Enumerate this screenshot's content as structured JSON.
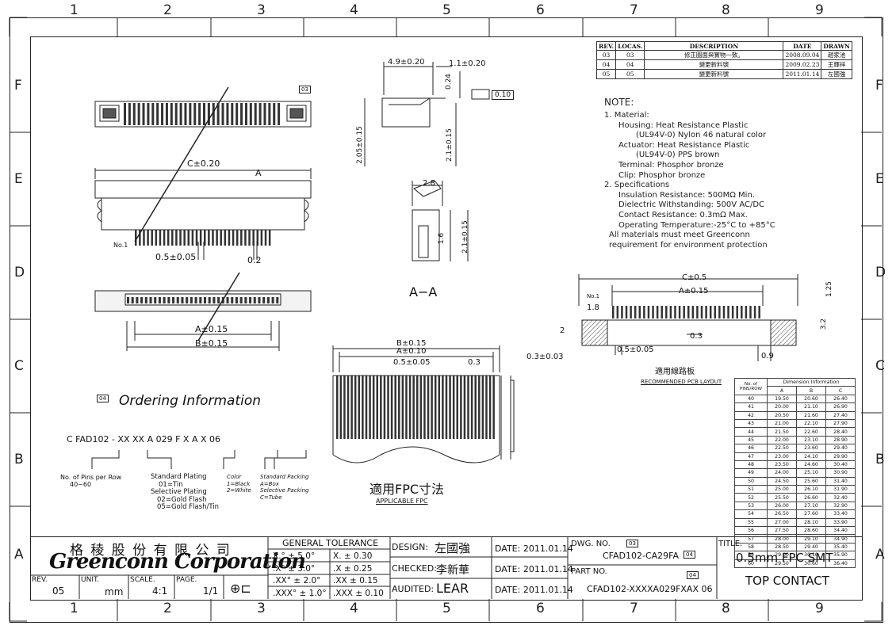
{
  "zones": {
    "columns": [
      "1",
      "2",
      "3",
      "4",
      "5",
      "6",
      "7",
      "8",
      "9"
    ],
    "rows": [
      "F",
      "E",
      "D",
      "C",
      "B",
      "A"
    ]
  },
  "revision_table": {
    "headers": [
      "REV.",
      "LOCAS.",
      "DESCRIPTION",
      "DATE",
      "DRAWN"
    ],
    "rows": [
      [
        "03",
        "03",
        "修正圖面與實物一致。",
        "2008.09.04",
        "趙家池"
      ],
      [
        "04",
        "04",
        "變更新料號",
        "2009.02.23",
        "王輝祥"
      ],
      [
        "05",
        "05",
        "變更新料號",
        "2011.01.14",
        "左國強"
      ]
    ]
  },
  "notes": {
    "title": "NOTE:",
    "items": [
      "1. Material:",
      "Housing: Heat Resistance Plastic",
      "(UL94V-0) Nylon 46 natural color",
      "Actuator: Heat Resistance Plastic",
      "(UL94V-0)   PPS brown",
      "Terminal: Phosphor bronze",
      "Clip:       Phosphor bronze",
      "2. Specifications",
      "Insulation Resistance:  500MΩ  Min.",
      "Dielectric Withstanding:  500V AC/DC",
      "Contact Resistance:  0.3mΩ  Max.",
      "Operating Temperature:-25°C to +85°C",
      "All materials must meet Greenconn",
      "requirement for environment protection"
    ]
  },
  "dims": {
    "c020": "C±0.20",
    "a": "A",
    "pitch": "0.5±0.05",
    "w02": "0.2",
    "no1": "No.1",
    "a015": "A±0.15",
    "b015": "B±0.15",
    "len49": "4.9±0.20",
    "len11": "1.1±0.20",
    "h024": "0.24",
    "flat": "0.10",
    "h205": "2.05±0.15",
    "h21": "2.1±0.15",
    "w28": "2.8",
    "h16": "1.6",
    "h2": "2.1±0.15",
    "section": "A−A",
    "fpc_b": "B±0.15",
    "fpc_a": "A±0.10",
    "fpc_pitch": "0.5±0.05",
    "fpc_w": "0.3",
    "fpc_t": "0.3±0.03",
    "pcb_c": "C±0.5",
    "pcb_a": "A±0.15",
    "pcb_18": "1.8",
    "pcb_125": "1.25",
    "pcb_2": "2",
    "pcb_32": "3.2",
    "pcb_03": "0.3",
    "pcb_pitch": "0.5±0.05",
    "pcb_09": "0.9",
    "pcb_no1": "No.1",
    "pcb_title_cn": "適用線路板",
    "pcb_title_en": "RECOMMENDED PCB LAYOUT",
    "fpc_title_cn": "適用FPC寸法",
    "fpc_title_en": "APPLICABLE FPC",
    "rev_tag_03": "03"
  },
  "ordering": {
    "tag": "04",
    "title": "Ordering Information",
    "code": "C FAD102 - XX   XX   A  029   F  X   A  X   06",
    "pins_label": "No. of Pins per Row",
    "pins_range": "40~60",
    "plating_title": "Standard Plating",
    "plating_1": "01=Tin",
    "plating_sel": "Selective Plating",
    "plating_2": "02=Gold Flash",
    "plating_3": "05=Gold Flash/Tin",
    "color_title": "Color",
    "color_1": "1=Black",
    "color_2": "2=White",
    "pack_title": "Standard Packing",
    "pack_1": "A=Box",
    "pack_sel": "Selective Packing",
    "pack_2": "C=Tube"
  },
  "dim_table": {
    "h_pins": "No. of PINS/ROW",
    "h_info": "Dimension  Information",
    "cols": [
      "A",
      "B",
      "C"
    ],
    "rows": [
      [
        "40",
        "19.50",
        "20.60",
        "26.40"
      ],
      [
        "41",
        "20.00",
        "21.10",
        "26.90"
      ],
      [
        "42",
        "20.50",
        "21.60",
        "27.40"
      ],
      [
        "43",
        "21.00",
        "22.10",
        "27.90"
      ],
      [
        "44",
        "21.50",
        "22.60",
        "28.40"
      ],
      [
        "45",
        "22.00",
        "23.10",
        "28.90"
      ],
      [
        "46",
        "22.50",
        "23.60",
        "29.40"
      ],
      [
        "47",
        "23.00",
        "24.10",
        "29.90"
      ],
      [
        "48",
        "23.50",
        "24.60",
        "30.40"
      ],
      [
        "49",
        "24.00",
        "25.10",
        "30.90"
      ],
      [
        "50",
        "24.50",
        "25.60",
        "31.40"
      ],
      [
        "51",
        "25.00",
        "26.10",
        "31.90"
      ],
      [
        "52",
        "25.50",
        "26.60",
        "32.40"
      ],
      [
        "53",
        "26.00",
        "27.10",
        "32.90"
      ],
      [
        "54",
        "26.50",
        "27.60",
        "33.40"
      ],
      [
        "55",
        "27.00",
        "28.10",
        "33.90"
      ],
      [
        "56",
        "27.50",
        "28.60",
        "34.40"
      ],
      [
        "57",
        "28.00",
        "29.10",
        "34.90"
      ],
      [
        "58",
        "28.50",
        "29.40",
        "35.40"
      ],
      [
        "59",
        "29.00",
        "30.10",
        "35.90"
      ],
      [
        "60",
        "29.50",
        "30.60",
        "36.40"
      ]
    ]
  },
  "title_block": {
    "company_cn": "格 稜 股 份 有 限 公 司",
    "company_en": "Greenconn Corporation",
    "rev_label": "REV.",
    "rev": "05",
    "unit_label": "UNIT.",
    "unit": "mm",
    "scale_label": "SCALE.",
    "scale": "4:1",
    "page_label": "PAGE.",
    "page": "1/1",
    "tol_title": "GENERAL  TOLERANCE",
    "tol_rows": [
      [
        "X.° ± 5.0°",
        "X.    ± 0.30"
      ],
      [
        ".X° ± 3.0°",
        ".X    ± 0.25"
      ],
      [
        ".XX° ± 2.0°",
        ".XX  ± 0.15"
      ],
      [
        ".XXX° ± 1.0°",
        ".XXX ± 0.10"
      ]
    ],
    "design_label": "DESIGN:",
    "design": "左國強",
    "checked_label": "CHECKED:",
    "checked": "李新華",
    "audited_label": "AUDITED:",
    "audited": "LEAR",
    "date_label": "DATE:",
    "date": "2011.01.14",
    "dwg_label": "DWG. NO.",
    "dwg_tag": "03",
    "dwg": "CFAD102-CA29FA",
    "dwg_rev_tag": "04",
    "part_label": "PART NO.",
    "part_tag": "04",
    "part": "CFAD102-XXXXA029FXAX 06",
    "title_label": "TITLE.",
    "title_1": "0.5mm  FPC  SMT",
    "title_2": "TOP  CONTACT"
  }
}
